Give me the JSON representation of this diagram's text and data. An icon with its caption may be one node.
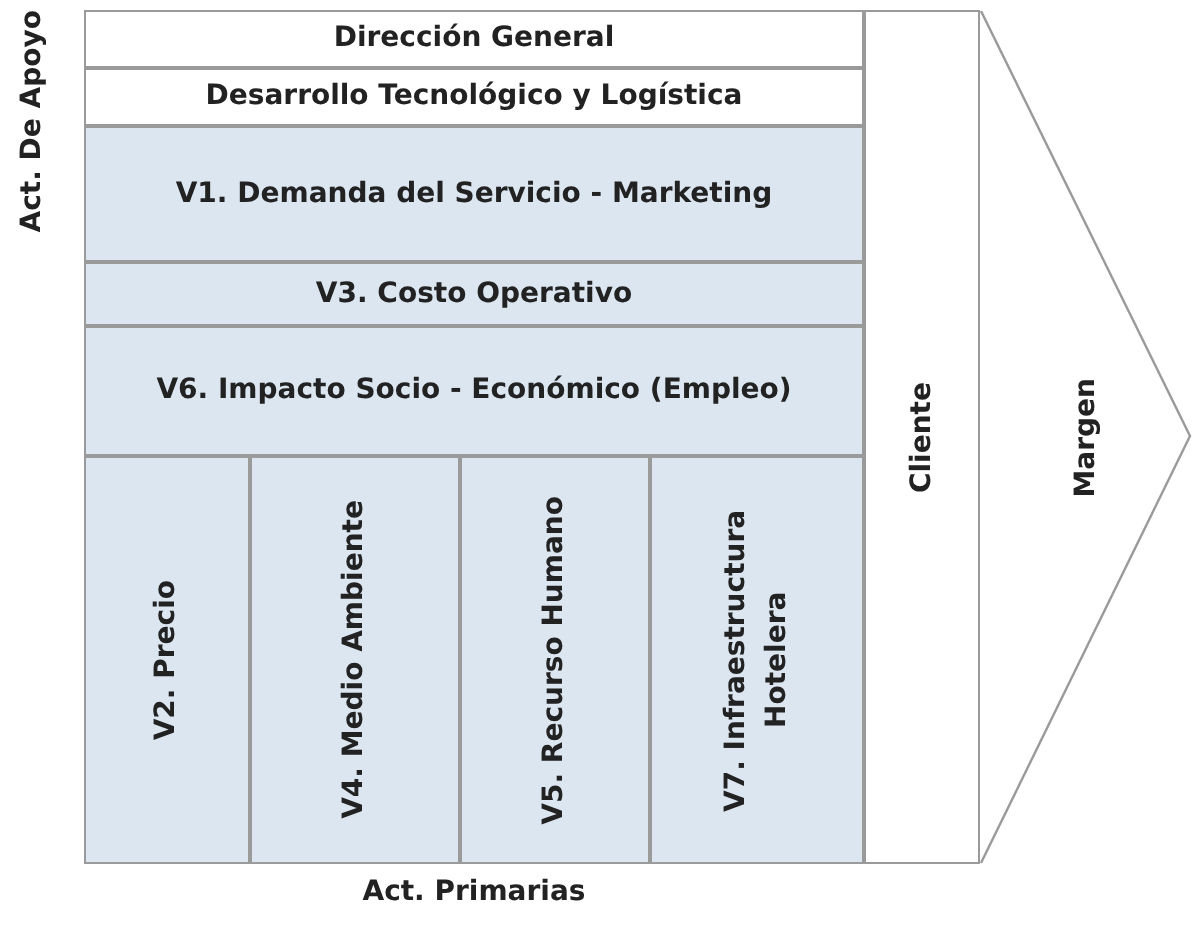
{
  "diagram": {
    "nodes": [
      {
        "text": [
          "Dirección General"
        ]
      },
      {
        "text": [
          "Desarrollo Tecnológico y Logística"
        ]
      },
      {
        "text": [
          "V1. Demanda del Servicio - Marketing"
        ]
      },
      {
        "text": [
          "V3. Costo Operativo"
        ]
      },
      {
        "text": [
          "V6. Impacto Socio - Económico (Empleo)"
        ]
      },
      {
        "text": [
          "V2. Precio"
        ]
      },
      {
        "text": [
          "V4. Medio Ambiente"
        ]
      },
      {
        "text": [
          "V5. Recurso Humano"
        ]
      },
      {
        "text": [
          "V7. Infraestructura Hotelera"
        ]
      },
      {
        "text": [
          "Cliente"
        ]
      },
      {
        "text": [
          "Margen"
        ]
      }
    ],
    "edges": [],
    "labels": [
      "Act. De Apoyo",
      "Act. Primarias"
    ]
  }
}
